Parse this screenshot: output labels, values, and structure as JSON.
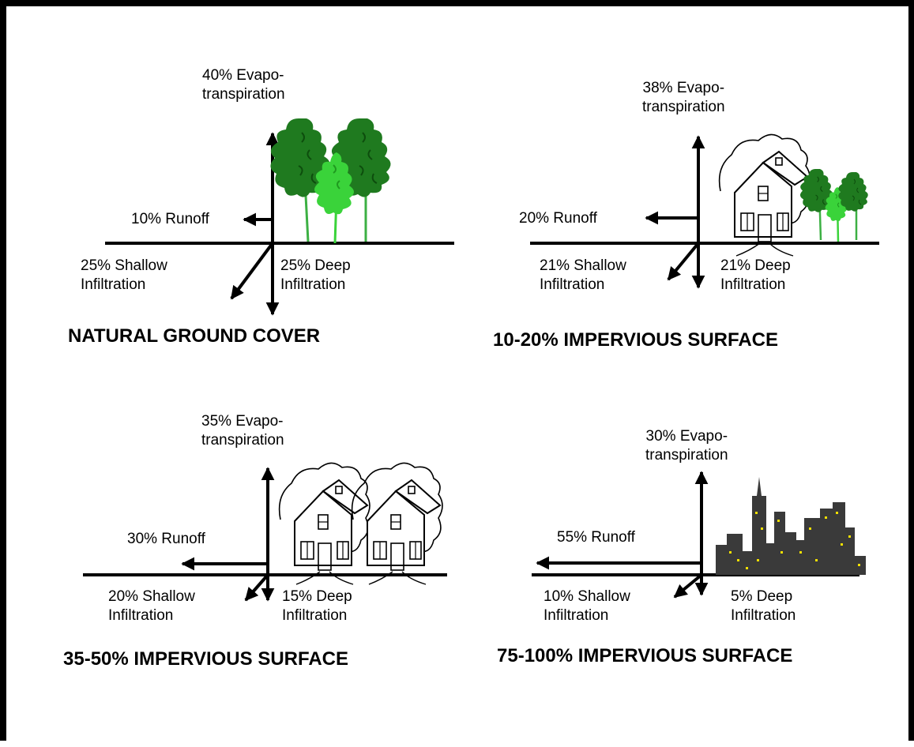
{
  "panels": [
    {
      "id": "natural",
      "title": "NATURAL GROUND COVER",
      "evapotranspiration": "40% Evapo-\ntranspiration",
      "runoff": "10% Runoff",
      "shallow": "25% Shallow\nInfiltration",
      "deep": "25% Deep\nInfiltration",
      "illustration": "trees-icon"
    },
    {
      "id": "impervious-10-20",
      "title": "10-20% IMPERVIOUS SURFACE",
      "evapotranspiration": "38% Evapo-\ntranspiration",
      "runoff": "20% Runoff",
      "shallow": "21% Shallow\nInfiltration",
      "deep": "21% Deep\nInfiltration",
      "illustration": "house-with-trees-icon"
    },
    {
      "id": "impervious-35-50",
      "title": "35-50% IMPERVIOUS SURFACE",
      "evapotranspiration": "35% Evapo-\ntranspiration",
      "runoff": "30% Runoff",
      "shallow": "20% Shallow\nInfiltration",
      "deep": "15% Deep\nInfiltration",
      "illustration": "two-houses-icon"
    },
    {
      "id": "impervious-75-100",
      "title": "75-100% IMPERVIOUS SURFACE",
      "evapotranspiration": "30% Evapo-\ntranspiration",
      "runoff": "55% Runoff",
      "shallow": "10% Shallow\nInfiltration",
      "deep": "5% Deep\nInfiltration",
      "illustration": "city-skyline-icon"
    }
  ],
  "colors": {
    "arrow": "#000000",
    "tree_dark": "#1f7a1f",
    "tree_light": "#3ad33a",
    "trunk": "#3cb043",
    "city": "#3a3a3a",
    "window": "#f2e000"
  }
}
